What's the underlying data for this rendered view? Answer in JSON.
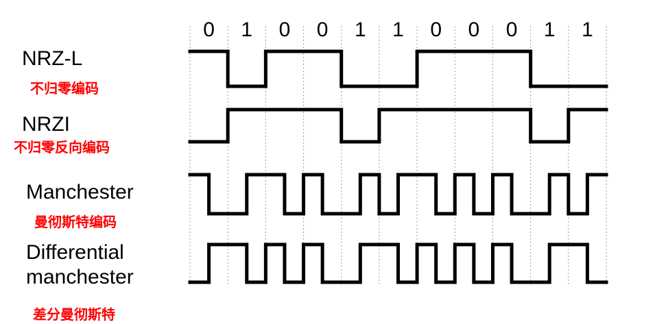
{
  "bits": [
    "0",
    "1",
    "0",
    "0",
    "1",
    "1",
    "0",
    "0",
    "0",
    "1",
    "1"
  ],
  "rows": [
    {
      "id": "nrzl",
      "name": "NRZ-L",
      "name_zh": "不归零编码"
    },
    {
      "id": "nrzi",
      "name": "NRZI",
      "name_zh": "不归零反向编码"
    },
    {
      "id": "manchester",
      "name": "Manchester",
      "name_zh": "曼彻斯特编码"
    },
    {
      "id": "diffman",
      "name_line1": "Differential",
      "name_line2": "manchester",
      "name_zh": "差分曼彻斯特"
    }
  ],
  "colors": {
    "signal": "#000000",
    "grid": "#999999",
    "label_zh": "#ff0000",
    "label_en": "#000000"
  }
}
